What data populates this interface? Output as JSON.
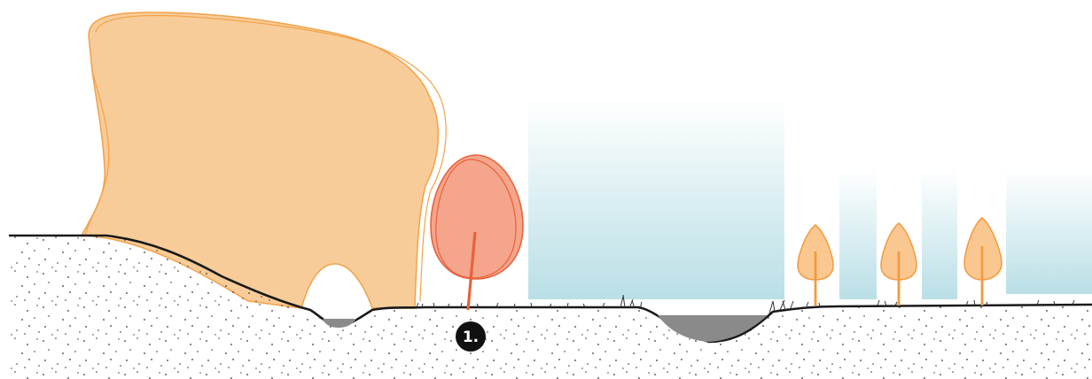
{
  "diagram": {
    "markers": [
      {
        "label": "1."
      }
    ],
    "colors": {
      "ground_fill": "#ffffff",
      "ground_line": "#1a1a1a",
      "soil_dots": "#333333",
      "water": "#8a8a8a",
      "sky_gradient_top": "#ffffff",
      "sky_gradient_bottom": "#b9dfe6",
      "canopy_fill": "#f8cc98",
      "canopy_stroke": "#f2a24a",
      "red_tree_fill": "#f4a58b",
      "red_tree_stroke": "#e8623a",
      "small_tree_fill": "#fbc791",
      "small_tree_stroke": "#f39a3e",
      "marker_fill": "#111111"
    },
    "icons": [
      "large-canopy-tree",
      "red-deciduous-tree",
      "small-orange-tree",
      "grass-tuft",
      "water-pool"
    ]
  }
}
